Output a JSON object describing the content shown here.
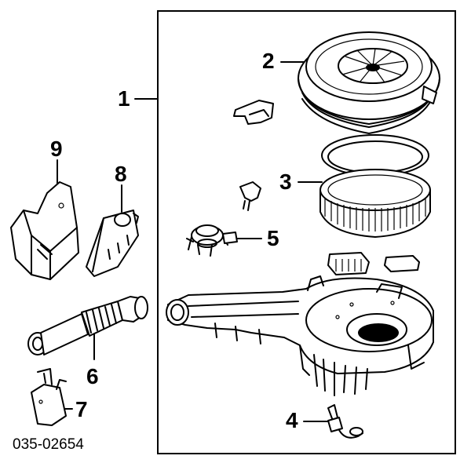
{
  "callouts": {
    "c1": "1",
    "c2": "2",
    "c3": "3",
    "c4": "4",
    "c5": "5",
    "c6": "6",
    "c7": "7",
    "c8": "8",
    "c9": "9"
  },
  "part_number": "035-02654"
}
